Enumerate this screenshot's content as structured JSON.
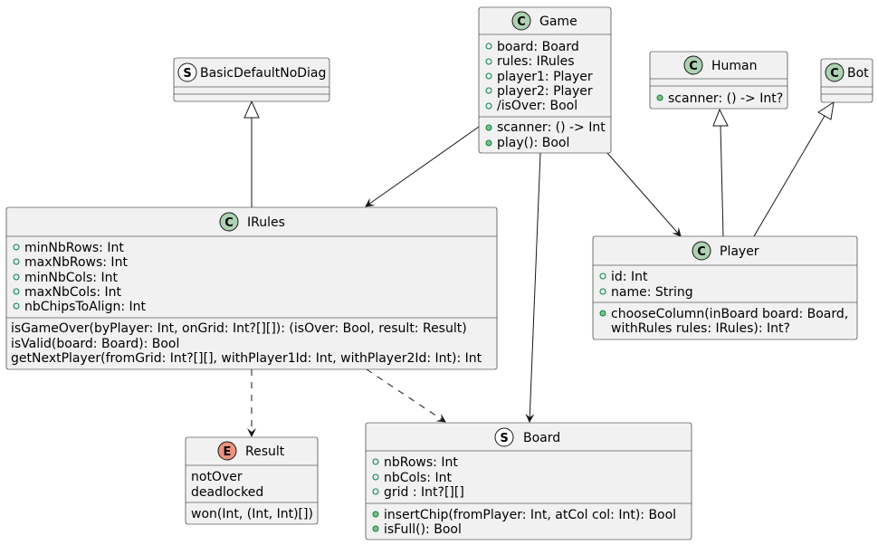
{
  "classes": {
    "basic": {
      "stereotype": "S",
      "name": "BasicDefaultNoDiag"
    },
    "game": {
      "stereotype": "C",
      "name": "Game",
      "fields": [
        "board: Board",
        "rules: IRules",
        "player1: Player",
        "player2: Player",
        "/isOver: Bool"
      ],
      "methods": [
        "scanner: () -> Int",
        "play(): Bool"
      ]
    },
    "human": {
      "stereotype": "C",
      "name": "Human",
      "methods": [
        "scanner: () -> Int?"
      ]
    },
    "bot": {
      "stereotype": "C",
      "name": "Bot"
    },
    "irules": {
      "stereotype": "C",
      "name": "IRules",
      "fields": [
        "minNbRows: Int",
        "maxNbRows: Int",
        "minNbCols: Int",
        "maxNbCols: Int",
        "nbChipsToAlign: Int"
      ],
      "methods": [
        "isGameOver(byPlayer: Int, onGrid: Int?[][]): (isOver: Bool, result: Result)",
        "isValid(board: Board): Bool",
        "getNextPlayer(fromGrid: Int?[][], withPlayer1Id: Int, withPlayer2Id: Int): Int"
      ]
    },
    "player": {
      "stereotype": "C",
      "name": "Player",
      "fields": [
        "id: Int",
        "name: String"
      ],
      "methods": [
        "chooseColumn(inBoard board: Board,",
        "withRules rules: IRules): Int?"
      ]
    },
    "result": {
      "stereotype": "E",
      "name": "Result",
      "values": [
        "notOver",
        "deadlocked"
      ],
      "methods": [
        "won(Int, (Int, Int)[])"
      ]
    },
    "board": {
      "stereotype": "S",
      "name": "Board",
      "fields": [
        "nbRows: Int",
        "nbCols: Int",
        "grid : Int?[][]"
      ],
      "methods": [
        "insertChip(fromPlayer: Int, atCol col: Int): Bool",
        "isFull(): Bool"
      ]
    }
  },
  "colors": {
    "class_badge": "#add1b2",
    "struct_badge": "#ffffff",
    "enum_badge": "#eb937f",
    "visibility_public": "#84be84"
  }
}
